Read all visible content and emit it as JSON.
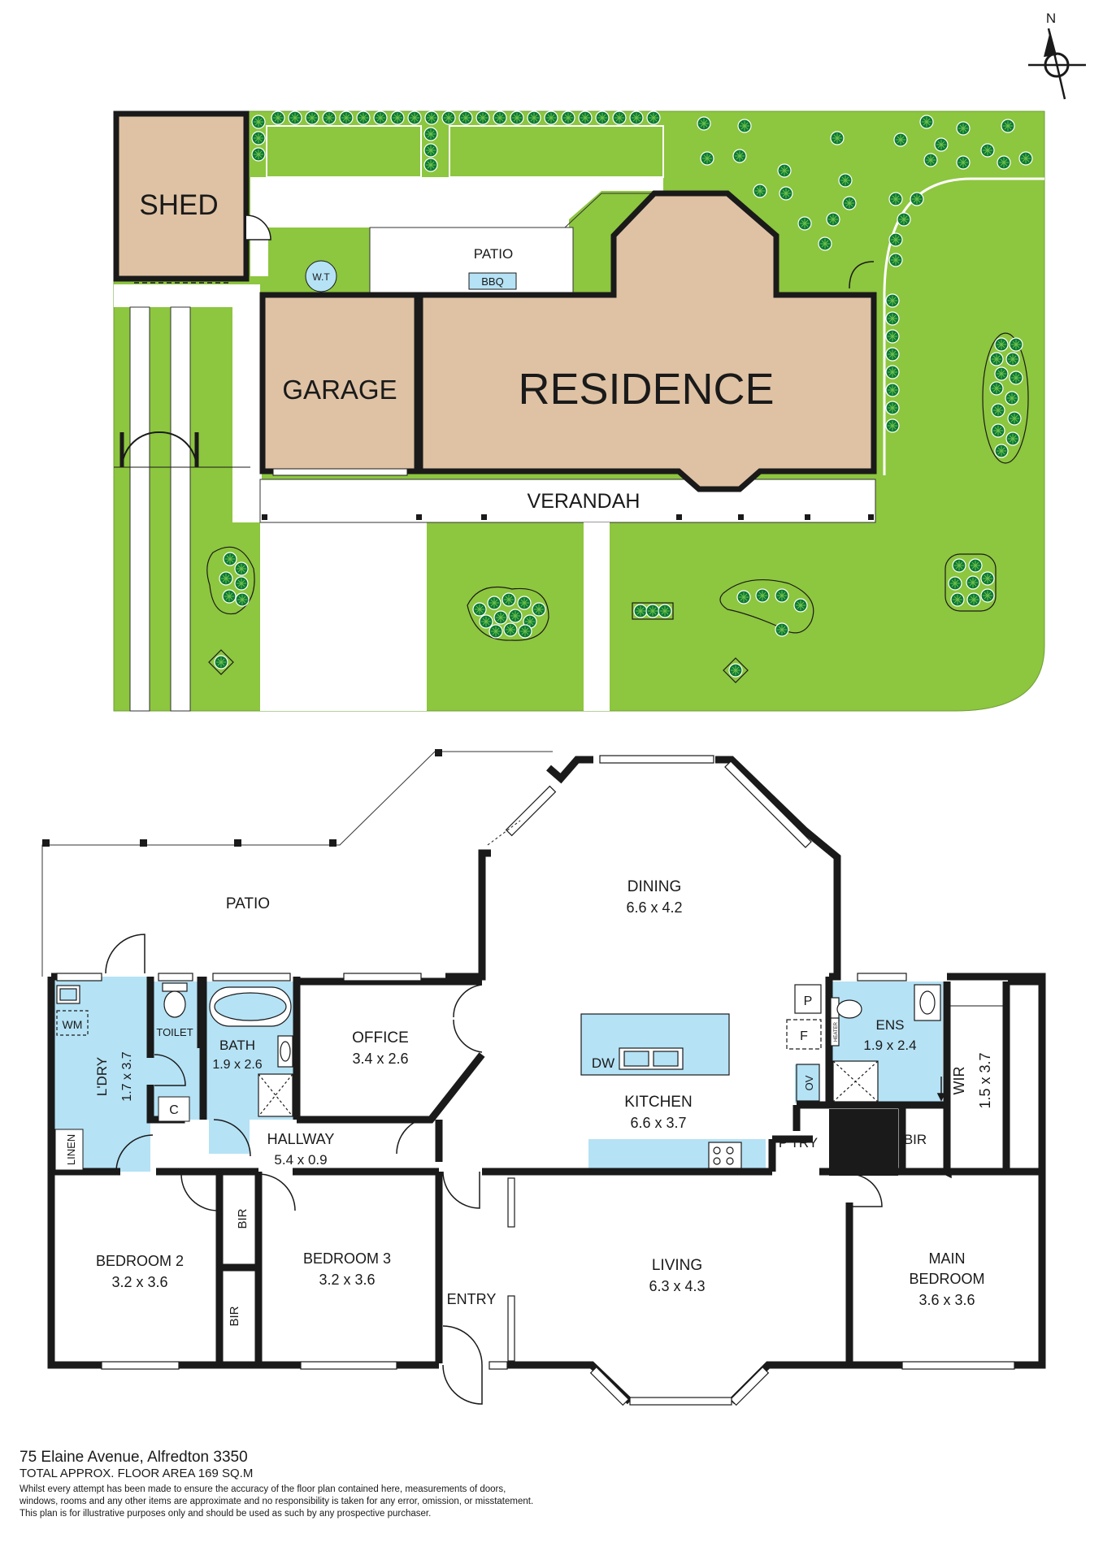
{
  "north_label": "N",
  "site": {
    "shed": "SHED",
    "wt": "W.T",
    "patio": "PATIO",
    "bbq": "BBQ",
    "garage": "GARAGE",
    "residence": "RESIDENCE",
    "verandah": "VERANDAH"
  },
  "floor": {
    "patio": "PATIO",
    "dining": {
      "name": "DINING",
      "dims": "6.6 x 4.2"
    },
    "office": {
      "name": "OFFICE",
      "dims": "3.4 x 2.6"
    },
    "bath": {
      "name": "BATH",
      "dims": "1.9 x 2.6"
    },
    "toilet": "TOILET",
    "wm": "WM",
    "laundry": {
      "name": "L'DRY",
      "dims": "1.7 x 3.7"
    },
    "c": "C",
    "linen": "LINEN",
    "hallway": {
      "name": "HALLWAY",
      "dims": "5.4 x 0.9"
    },
    "kitchen": {
      "name": "KITCHEN",
      "dims": "6.6 x 3.7"
    },
    "dw": "DW",
    "p": "P",
    "f": "F",
    "ov": "OV",
    "pantry": "P'TRY",
    "ens": {
      "name": "ENS",
      "dims": "1.9 x 2.4"
    },
    "heater": "HEATER",
    "wir": {
      "name": "WIR",
      "dims": "1.5 x 3.7"
    },
    "bir": "BIR",
    "bedroom2": {
      "name": "BEDROOM 2",
      "dims": "3.2 x 3.6"
    },
    "bedroom3": {
      "name": "BEDROOM 3",
      "dims": "3.2 x 3.6"
    },
    "bir_a": "BIR",
    "bir_b": "BIR",
    "entry": "ENTRY",
    "living": {
      "name": "LIVING",
      "dims": "6.3 x 4.3"
    },
    "main_bedroom": {
      "name1": "MAIN",
      "name2": "BEDROOM",
      "dims": "3.6 x 3.6"
    }
  },
  "footer": {
    "address": "75 Elaine Avenue, Alfredton 3350",
    "area": "TOTAL APPROX. FLOOR AREA 169 SQ.M",
    "disclaimer1": "Whilst every attempt has been made to ensure the accuracy of the floor plan contained here, measurements of doors,",
    "disclaimer2": "windows, rooms and any other items are approximate and no responsibility is taken for any error, omission, or misstatement.",
    "disclaimer3": "This plan is for illustrative purposes only and should be used as such by any prospective purchaser."
  },
  "colors": {
    "grass": "#8dc63f",
    "building": "#dfc2a4",
    "wet_area": "#b5e2f5",
    "wall": "#1a1a1a",
    "shrub": "#0b7a35"
  }
}
